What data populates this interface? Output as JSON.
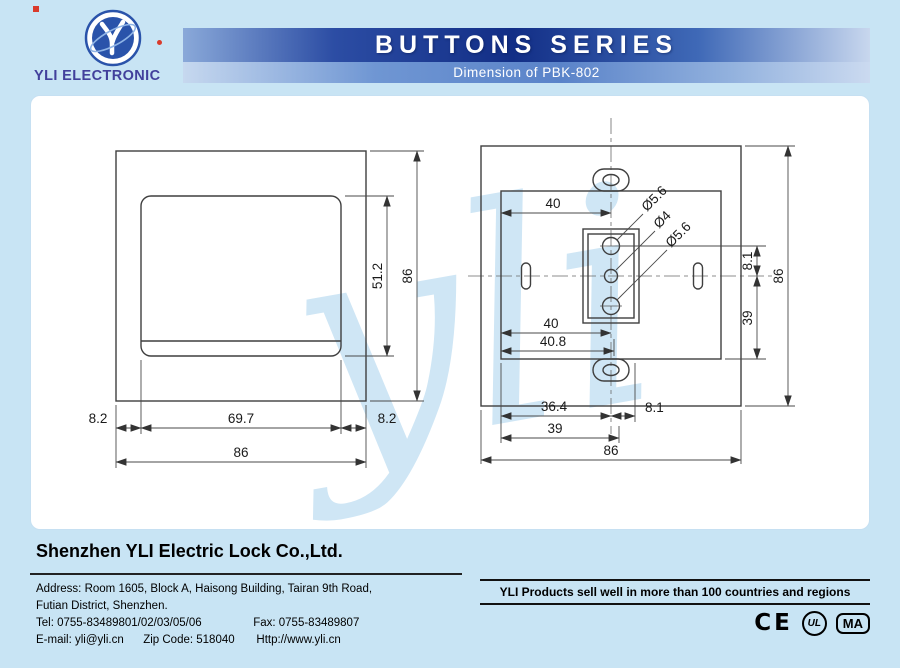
{
  "header": {
    "logo_text": "YLI ELECTRONIC",
    "title": "BUTTONS SERIES",
    "subtitle": "Dimension of PBK-802"
  },
  "watermark": "yli",
  "front_view": {
    "inner_height": "51.2",
    "outer_height": "86",
    "left_margin": "8.2",
    "inner_width": "69.7",
    "right_margin": "8.2",
    "total_width": "86"
  },
  "back_view": {
    "top_width": "40",
    "hole_top": "Ø5.6",
    "hole_mid": "Ø4",
    "hole_bottom": "Ø5.6",
    "right_top_offset": "8.1",
    "total_height": "86",
    "right_lower": "39",
    "lower_width": "40",
    "lower_width2": "40.8",
    "bottom_seg1": "36.4",
    "bottom_seg2": "8.1",
    "bottom_seg3": "39",
    "bottom_total": "86"
  },
  "footer": {
    "company": "Shenzhen YLI Electric Lock Co.,Ltd.",
    "address_line1": "Address: Room 1605, Block A, Haisong Building, Tairan 9th Road,",
    "address_line2": "Futian District, Shenzhen.",
    "tel": "Tel: 0755-83489801/02/03/05/06",
    "fax": "Fax: 0755-83489807",
    "email": "E-mail: yli@yli.cn",
    "zip": "Zip Code: 518040",
    "http": "Http://www.yli.cn",
    "slogan": "YLI Products sell well in more than 100 countries and regions",
    "certs": {
      "ce": "CE",
      "ul": "UL",
      "ma": "MA"
    }
  }
}
